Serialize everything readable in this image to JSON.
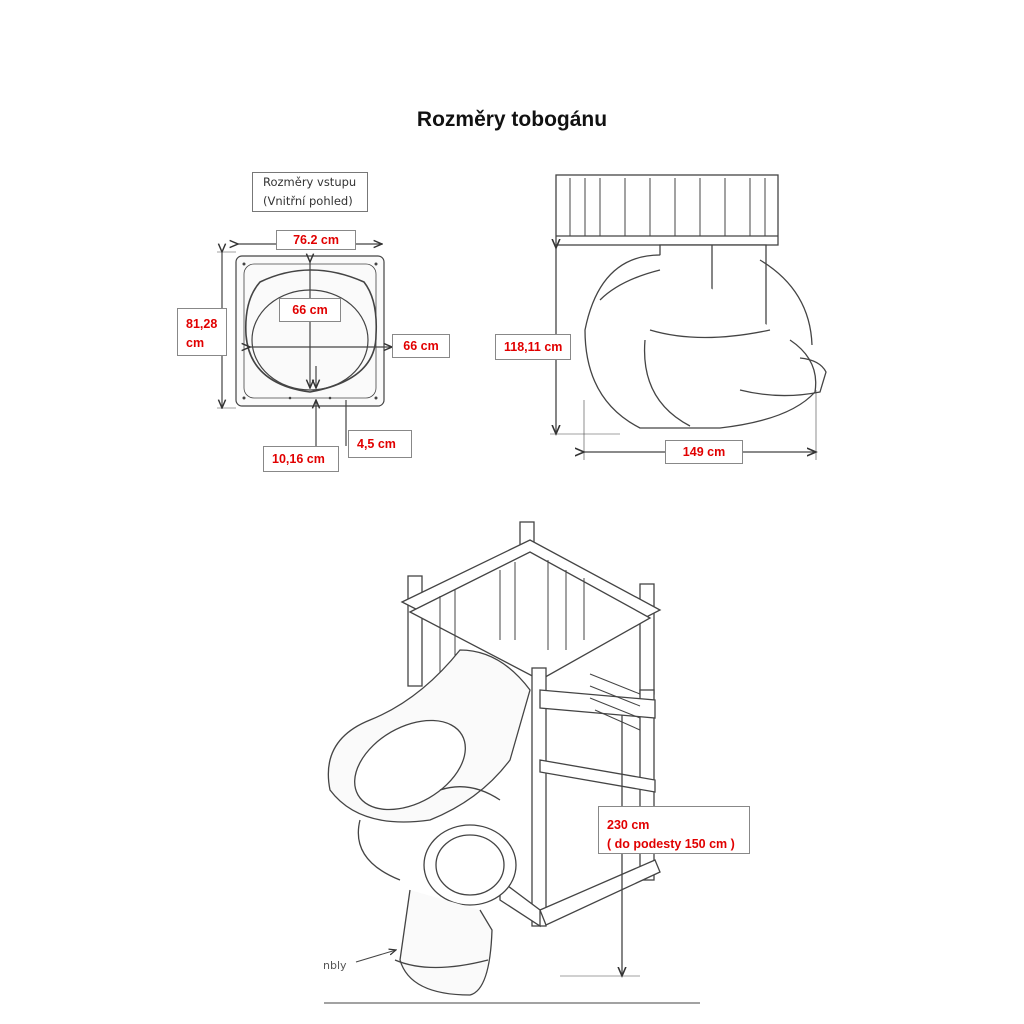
{
  "title": "Rozměry tobogánu",
  "entry_caption": {
    "line1": "Rozměry vstupu",
    "line2": "(Vnitřní pohled)"
  },
  "dimensions": {
    "entry_width": "76.2 cm",
    "entry_height_line1": "81,28",
    "entry_height_line2": "cm",
    "opening_height": "66 cm",
    "opening_width": "66 cm",
    "bottom_offset": "10,16 cm",
    "lip_depth": "4,5 cm",
    "slide_height": "118,11 cm",
    "slide_length": "149  cm",
    "tower_height_line1": "230 cm",
    "tower_height_line2": "( do podesty 150 cm )"
  },
  "assembly_label_partial": "nbly"
}
